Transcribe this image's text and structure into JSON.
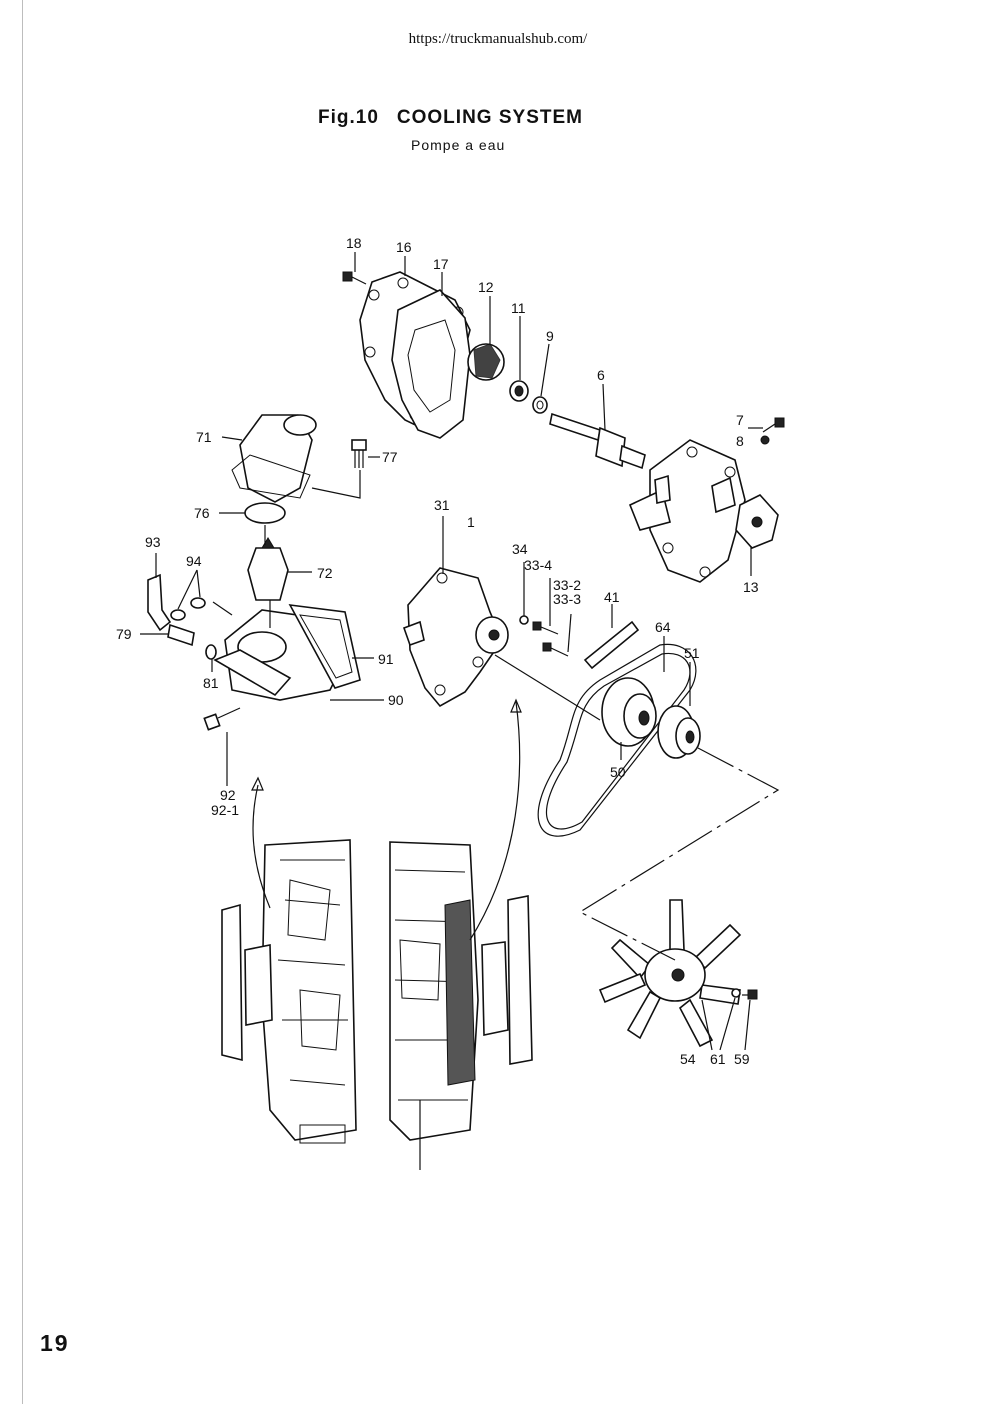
{
  "header": {
    "url": "https://truckmanualshub.com/"
  },
  "figure": {
    "number": "Fig.10",
    "title": "COOLING SYSTEM",
    "subtitle": "Pompe a eau"
  },
  "page_number": "19",
  "callouts": {
    "c18": "18",
    "c16": "16",
    "c17": "17",
    "c12": "12",
    "c11": "11",
    "c9": "9",
    "c6": "6",
    "c7": "7",
    "c8": "8",
    "c13": "13",
    "c71": "71",
    "c77": "77",
    "c76": "76",
    "c72": "72",
    "c93": "93",
    "c94": "94",
    "c79": "79",
    "c81": "81",
    "c91": "91",
    "c90": "90",
    "c92": "92",
    "c92_1": "92-1",
    "c31": "31",
    "c1": "1",
    "c34": "34",
    "c33_4": "33-4",
    "c33_2": "33-2",
    "c33_3": "33-3",
    "c41": "41",
    "c64": "64",
    "c51": "51",
    "c50": "50",
    "c54": "54",
    "c61": "61",
    "c59": "59"
  }
}
